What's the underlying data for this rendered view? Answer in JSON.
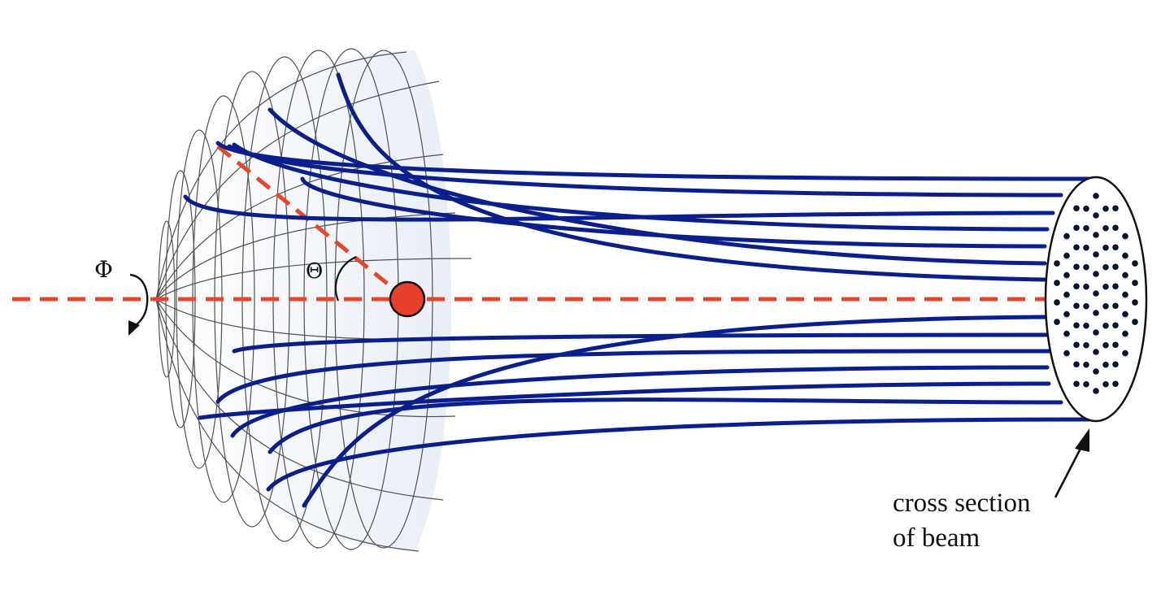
{
  "labels": {
    "phi": "Φ",
    "theta": "Θ",
    "caption_line1": "cross section",
    "caption_line2": "of beam"
  },
  "colors": {
    "trajectory": "#0a1e8c",
    "axis": "#e8462a",
    "target": "#e8402a",
    "grid": "#333333",
    "dots": "#0b1433",
    "hemisphere_fill": "#eef2f8"
  },
  "icons": [
    "rotation-arrow-icon",
    "arrow-icon"
  ]
}
